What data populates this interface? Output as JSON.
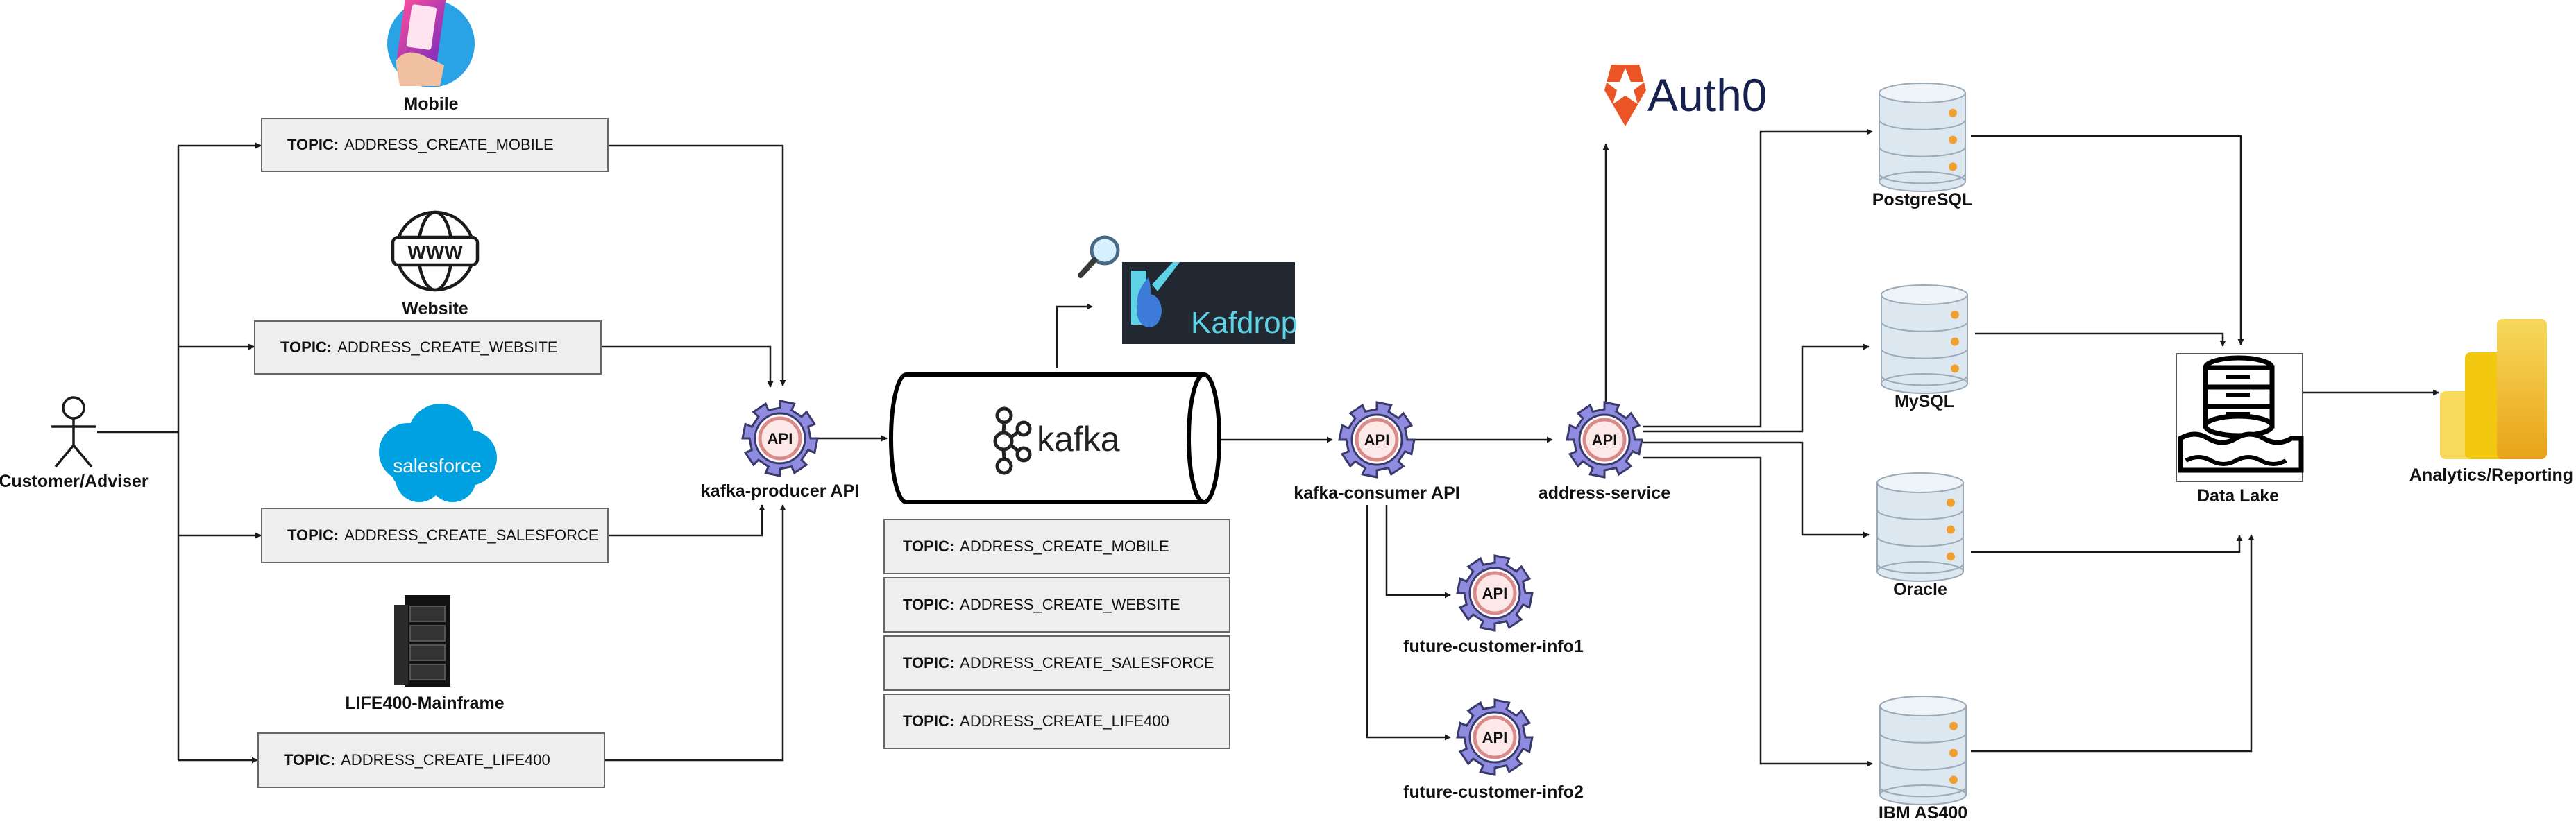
{
  "actor": {
    "label": "Customer/Adviser"
  },
  "sources": [
    {
      "id": "mobile",
      "label": "Mobile",
      "icon": "mobile-phone-icon"
    },
    {
      "id": "website",
      "label": "Website",
      "icon": "www-globe-icon"
    },
    {
      "id": "salesforce",
      "label": "",
      "icon": "salesforce-cloud-logo",
      "logo_text": "salesforce"
    },
    {
      "id": "mainframe",
      "label": "LIFE400-Mainframe",
      "icon": "server-rack-icon"
    }
  ],
  "producer_topics": [
    {
      "prefix": "TOPIC:",
      "name": "ADDRESS_CREATE_MOBILE"
    },
    {
      "prefix": "TOPIC:",
      "name": "ADDRESS_CREATE_WEBSITE"
    },
    {
      "prefix": "TOPIC:",
      "name": "ADDRESS_CREATE_SALESFORCE"
    },
    {
      "prefix": "TOPIC:",
      "name": "ADDRESS_CREATE_LIFE400"
    }
  ],
  "producer": {
    "label": "kafka-producer API",
    "icon_text": "API"
  },
  "kafka": {
    "logo_text": "kafka",
    "icon": "kafka-logo"
  },
  "kafka_topics": [
    {
      "prefix": "TOPIC:",
      "name": "ADDRESS_CREATE_MOBILE"
    },
    {
      "prefix": "TOPIC:",
      "name": "ADDRESS_CREATE_WEBSITE"
    },
    {
      "prefix": "TOPIC:",
      "name": "ADDRESS_CREATE_SALESFORCE"
    },
    {
      "prefix": "TOPIC:",
      "name": "ADDRESS_CREATE_LIFE400"
    }
  ],
  "kafdrop": {
    "logo_text": "Kafdrop",
    "icon": "magnifier-icon"
  },
  "consumer": {
    "label": "kafka-consumer API",
    "icon_text": "API"
  },
  "future_services": [
    {
      "label": "future-customer-info1",
      "icon_text": "API"
    },
    {
      "label": "future-customer-info2",
      "icon_text": "API"
    }
  ],
  "address_service": {
    "label": "address-service",
    "icon_text": "API"
  },
  "auth": {
    "logo_text": "Auth0",
    "icon": "auth0-shield-logo"
  },
  "databases": [
    {
      "label": "PostgreSQL"
    },
    {
      "label": "MySQL"
    },
    {
      "label": "Oracle"
    },
    {
      "label": "IBM AS400"
    }
  ],
  "data_lake": {
    "label": "Data Lake",
    "icon": "data-lake-icon"
  },
  "analytics": {
    "label": "Analytics/Reporting",
    "icon": "power-bi-icon"
  },
  "colors": {
    "line": "#1a1a1a",
    "box_fill": "#eeeeee",
    "box_border": "#666666",
    "gear": "#8e8be0",
    "api_ring": "#d98b8b",
    "kafdrop_bg": "#222831",
    "kafdrop_text": "#5fd3e6",
    "auth0_orange": "#eb5424",
    "auth0_text": "#16214d",
    "db_body": "#dce7ef",
    "db_dot": "#f0a030",
    "pbi_yellow": "#f2c811"
  }
}
